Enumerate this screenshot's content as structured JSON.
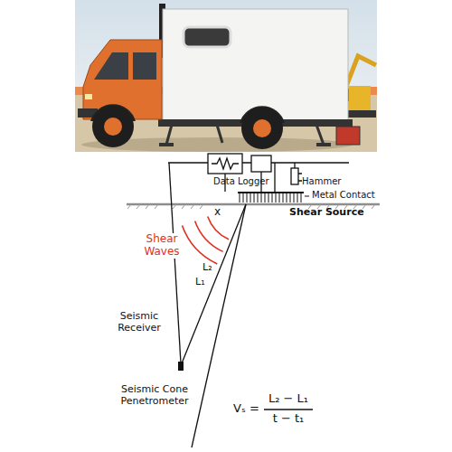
{
  "diagram": {
    "labels": [
      "Data Logger",
      "Hammer",
      "Metal Contact",
      "Shear Source",
      "x",
      "Shear Waves",
      "L₂",
      "L₁",
      "Seismic Receiver",
      "Seismic Cone Penetrometer",
      "Vₛ =",
      "L₂ − L₁",
      "t − t₁"
    ]
  }
}
